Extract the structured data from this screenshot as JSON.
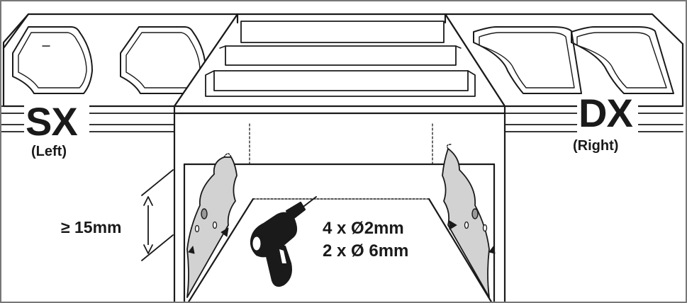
{
  "labels": {
    "left_big": "SX",
    "left_sub": "(Left)",
    "right_big": "DX",
    "right_sub": "(Right)",
    "min_depth": "≥ 15mm",
    "holes_small": "4 x Ø2mm",
    "holes_large": "2 x Ø 6mm"
  },
  "colors": {
    "line": "#1a1a1a",
    "bracket_fill": "#d2d2d2",
    "hole_fill": "#9a9a9a",
    "background": "#ffffff",
    "frame_border": "#777777"
  },
  "icons": [
    "drill-icon",
    "hinge-bracket-left",
    "hinge-bracket-right",
    "dimension-arrow"
  ]
}
